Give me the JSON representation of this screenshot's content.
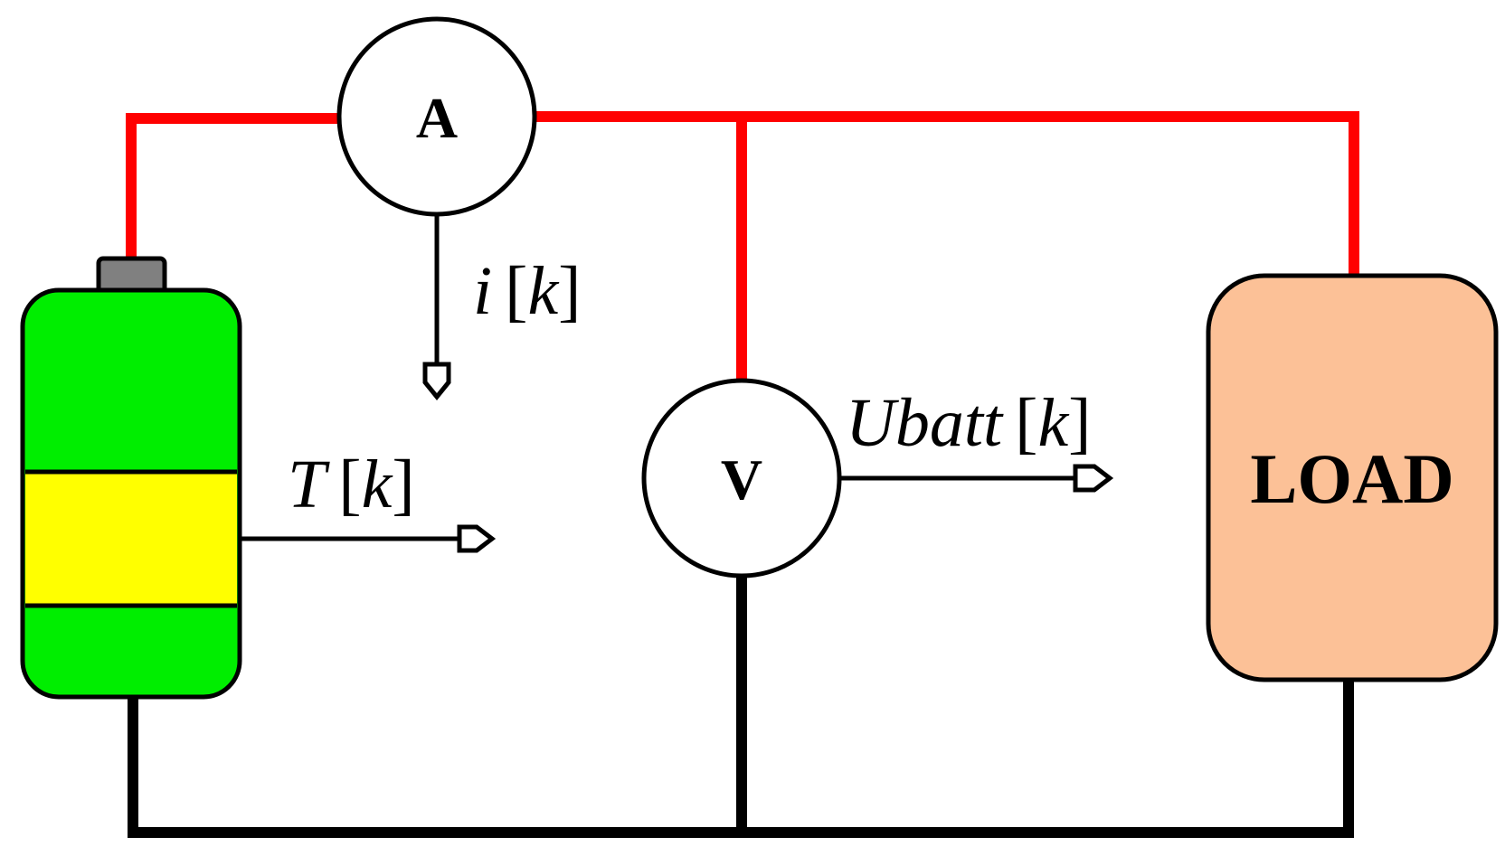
{
  "colors": {
    "positive_wire": "#ff0000",
    "negative_wire": "#000000",
    "battery_body": "#00ee00",
    "battery_band": "#ffff00",
    "battery_terminal": "#808080",
    "load_fill": "#fcc197",
    "outline": "#000000"
  },
  "ammeter": {
    "label": "A"
  },
  "voltmeter": {
    "label": "V"
  },
  "load": {
    "label": "LOAD"
  },
  "signals": {
    "current": {
      "name": "i",
      "index": "k"
    },
    "temperature": {
      "name": "T",
      "index": "k"
    },
    "voltage": {
      "name": "Ubatt",
      "index": "k"
    }
  }
}
